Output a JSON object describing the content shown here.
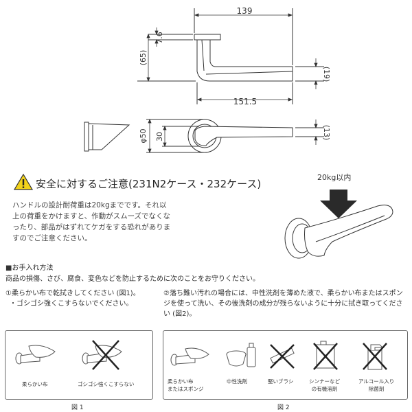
{
  "dimensions": {
    "top_width": "139",
    "bottom_width": "151.5",
    "rose_thickness": "7.6",
    "lever_projection": "(65)",
    "lever_thickness": "(19)",
    "rose_diameter": "φ50",
    "boss_height": "30",
    "lever_thickness_side": "(13)"
  },
  "load_label": "20kg以内",
  "warning": {
    "title": "安全に対するご注意(231N2ケース・232ケース)",
    "body": "ハンドルの設計耐荷重は20kgまでです。それ以上の荷重をかけますと、作動がスムーズでなくなったり、部品がはずれてケガをする恐れがありますのでご注意ください。"
  },
  "care": {
    "heading": "■お手入れ方法",
    "intro": "商品の損傷、さび、腐食、変色などを防止するために次のことをお守りください。",
    "step1_line1": "①柔らかい布で乾拭きしてください (図1)。",
    "step1_line2": "・ゴシゴシ強くこすらないでください。",
    "step2": "②落ち難い汚れの場合には、中性洗剤を薄めた液で、柔らかい布またはスポンジを使って洗い、その後洗剤の成分が残らないように十分に拭き取ってください (図2)。"
  },
  "fig1": {
    "caption": "図 1",
    "items": [
      "柔らかい布",
      "ゴシゴシ強くこすらない"
    ]
  },
  "fig2": {
    "caption": "図 2",
    "items": [
      {
        "line1": "柔らかい布",
        "line2": "またはスポンジ"
      },
      {
        "line1": "中性洗剤",
        "line2": ""
      },
      {
        "line1": "堅いブラシ",
        "line2": ""
      },
      {
        "line1": "シンナーなど",
        "line2": "の有機溶剤"
      },
      {
        "line1": "アルコール入り",
        "line2": "除菌剤"
      }
    ]
  },
  "colors": {
    "line": "#333333",
    "warning_yellow": "#f2d21b",
    "arrow": "#2a2a2a"
  }
}
